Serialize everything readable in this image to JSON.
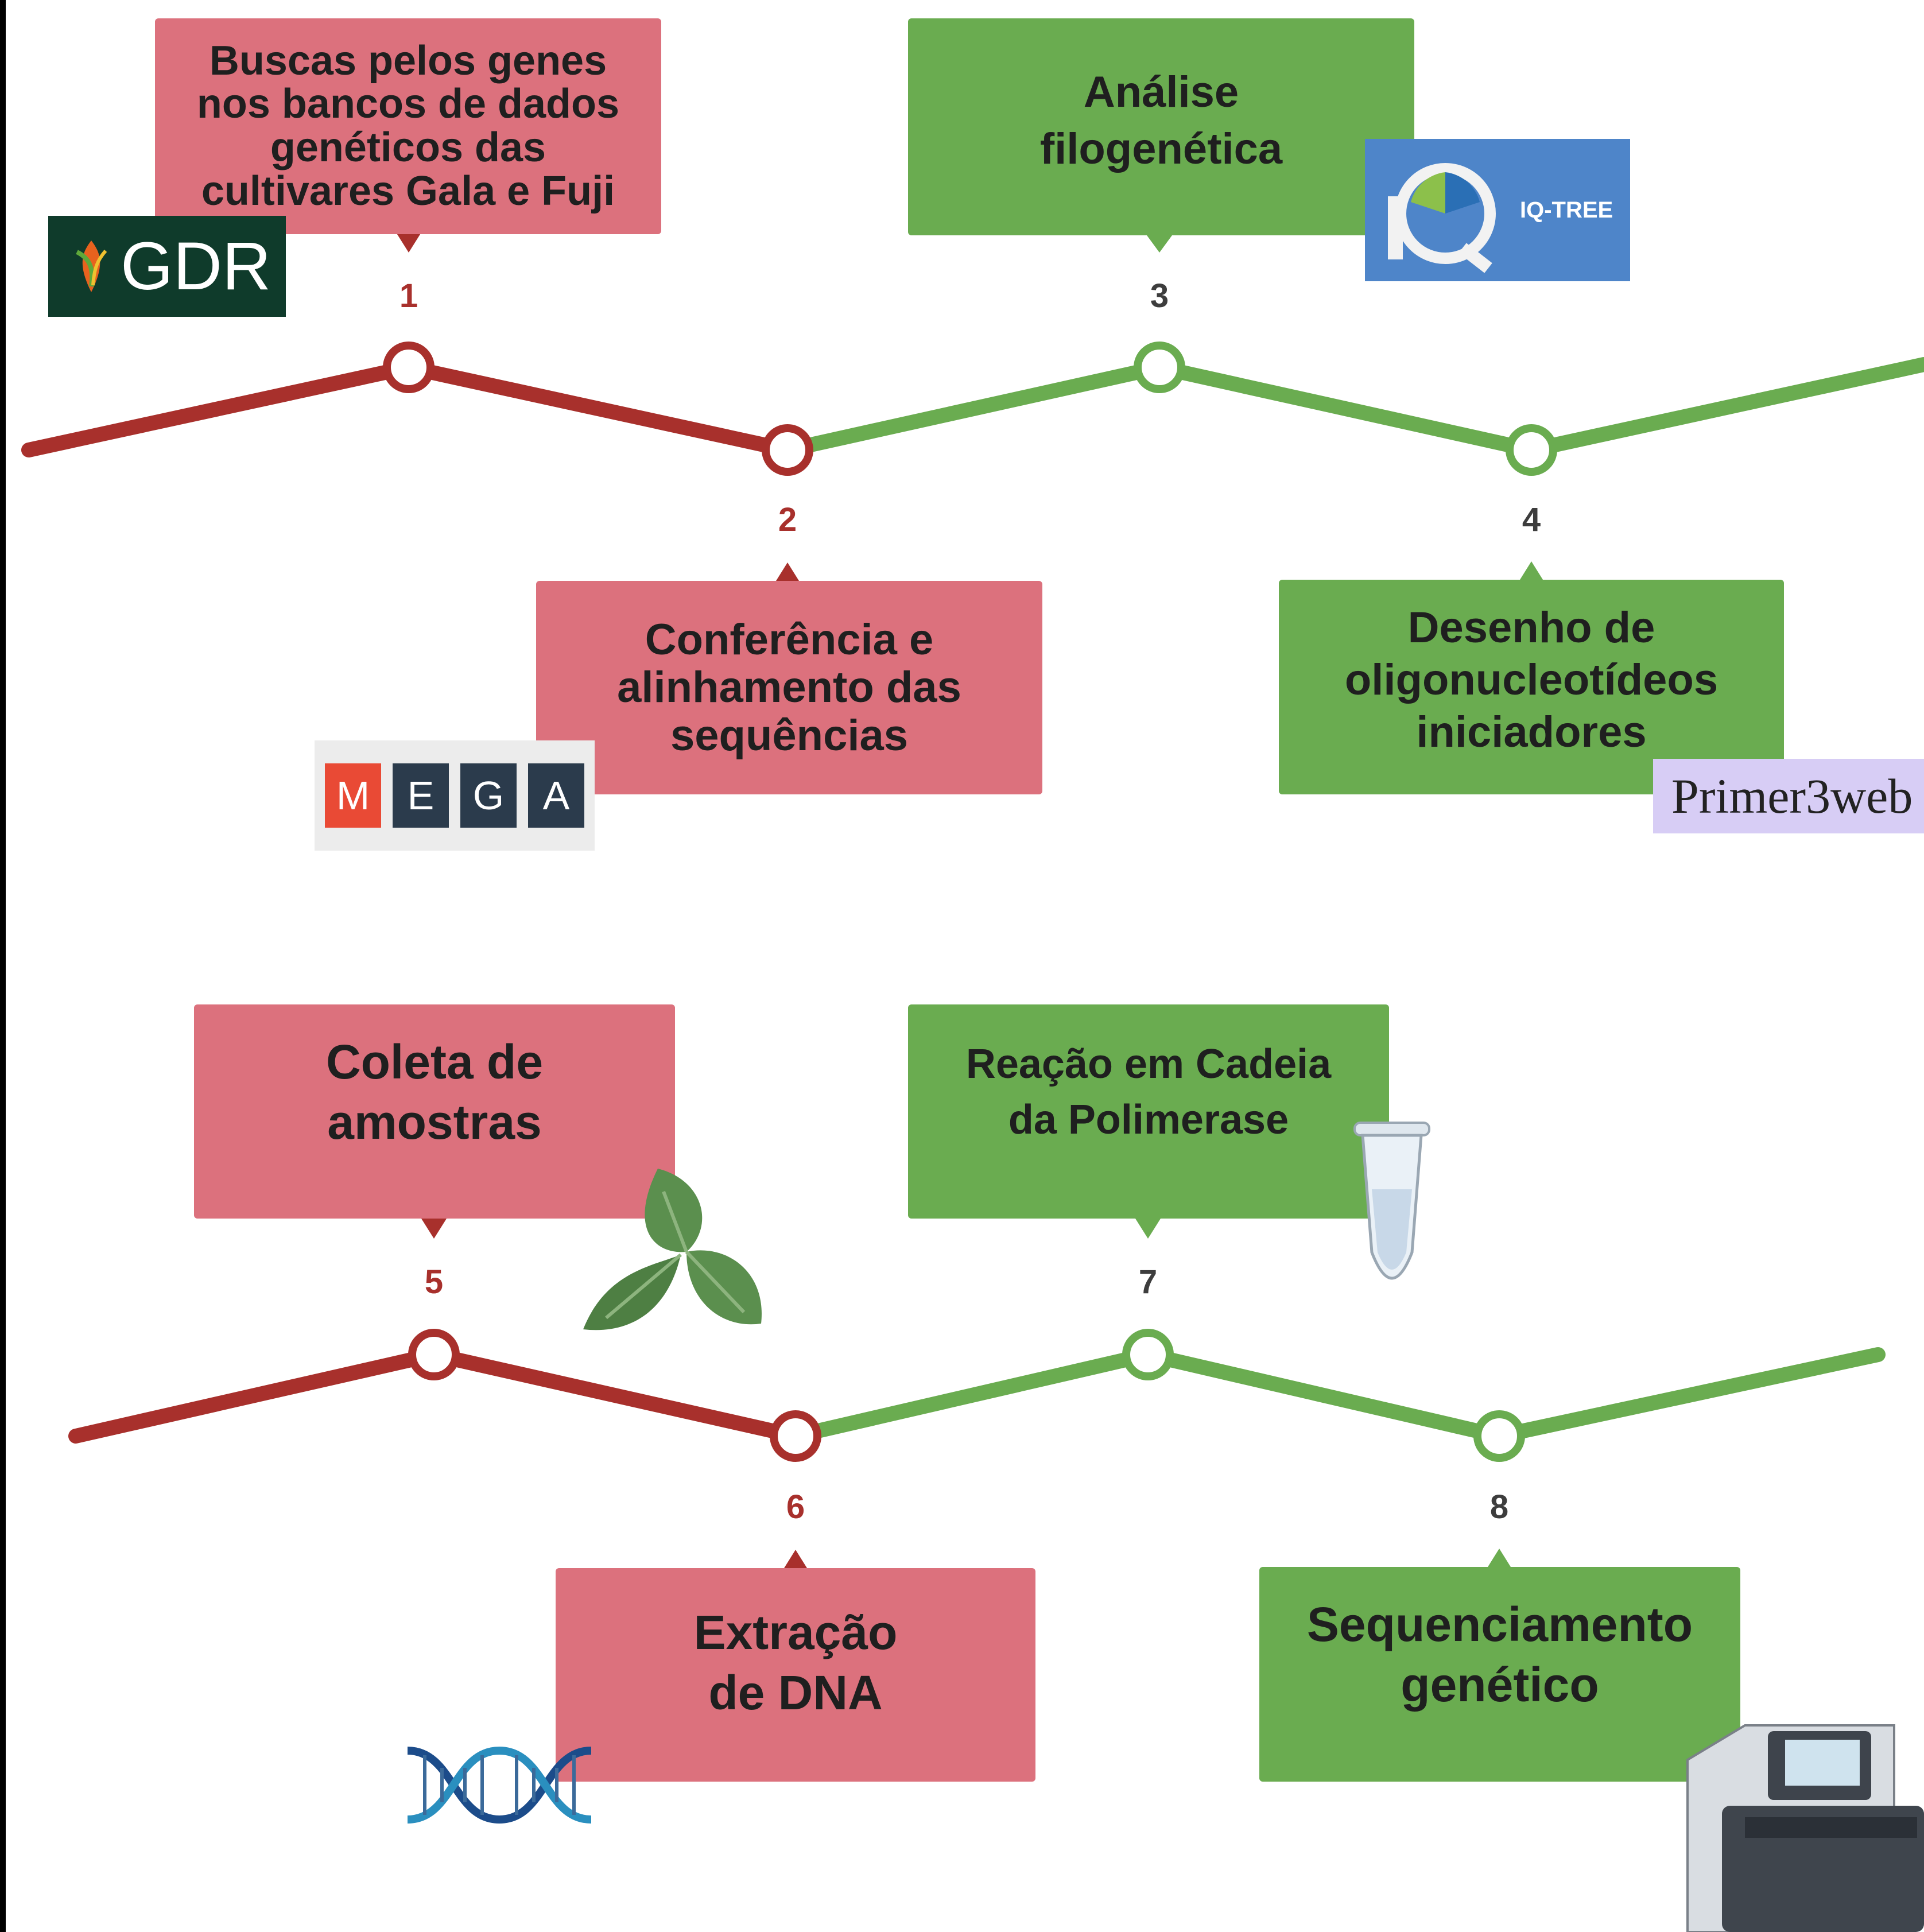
{
  "steps": [
    {
      "number": "1",
      "label_lines": [
        "Buscas pelos genes",
        "nos bancos de dados",
        "genéticos das",
        "cultivares Gala e Fuji"
      ]
    },
    {
      "number": "2",
      "label_lines": [
        "Conferência e",
        "alinhamento das",
        "sequências"
      ]
    },
    {
      "number": "3",
      "label_lines": [
        "Análise",
        "filogenética"
      ]
    },
    {
      "number": "4",
      "label_lines": [
        "Desenho de",
        "oligonucleotídeos",
        "iniciadores"
      ]
    },
    {
      "number": "5",
      "label_lines": [
        "Coleta de",
        "amostras"
      ]
    },
    {
      "number": "6",
      "label_lines": [
        "Extração",
        "de DNA"
      ]
    },
    {
      "number": "7",
      "label_lines": [
        "Reação em Cadeia",
        "da Polimerase"
      ]
    },
    {
      "number": "8",
      "label_lines": [
        "Sequenciamento",
        "genético"
      ]
    }
  ],
  "logos": {
    "gdr": "GDR",
    "iqtree": "IQ-TREE",
    "mega": [
      "M",
      "E",
      "G",
      "A"
    ],
    "primer3web": "Primer3web"
  },
  "icons": [
    "leaf-icon",
    "pcr-tube-icon",
    "dna-helix-icon",
    "sequencer-machine-icon"
  ],
  "colors": {
    "pink_box": "#dc717d",
    "green_box": "#6aac50",
    "red_line": "#a8302c",
    "green_line": "#6aac50",
    "red_number": "#a8302c",
    "grey_number": "#3d3d3d"
  }
}
